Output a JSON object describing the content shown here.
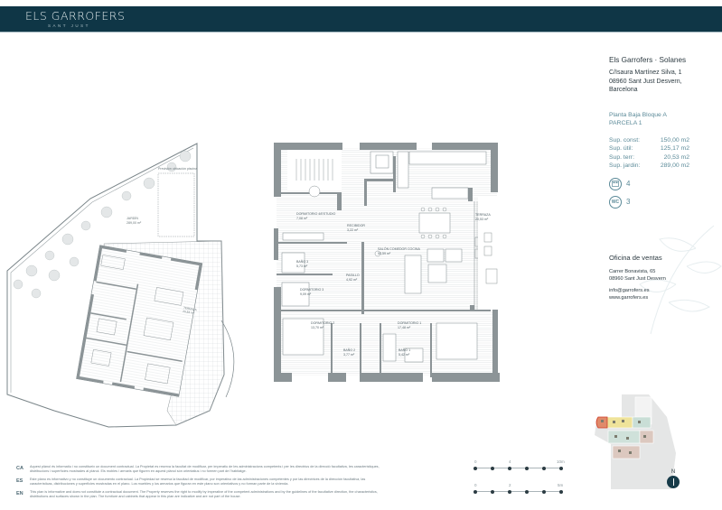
{
  "header": {
    "brand": "ELS GARROFERS",
    "brand_sub": "SANT JUST",
    "bg_color": "#0f3646"
  },
  "info": {
    "title": "Els Garrofers · Solanes",
    "address_line1": "C/Isaura Martínez Silva, 1",
    "address_line2": "08960 Sant Just Desvern,",
    "address_line3": "Barcelona",
    "plant": "Planta Baja Bloque A",
    "parcel": "PARCELA 1",
    "surfaces": [
      {
        "label": "Sup. const:",
        "value": "150,00 m2"
      },
      {
        "label": "Sup. útil:",
        "value": "125,17 m2"
      },
      {
        "label": "Sup. terr:",
        "value": "20,53 m2"
      },
      {
        "label": "Sup. jardin:",
        "value": "289,00 m2"
      }
    ],
    "bedrooms_icon": "bed-icon",
    "bedrooms": "4",
    "bathrooms_icon": "wc-icon",
    "bathrooms_icon_text": "WC",
    "bathrooms": "3",
    "accent_color": "#5b8a98"
  },
  "sales": {
    "title": "Oficina de ventas",
    "address_line1": "Carrer Bonavista, 65",
    "address_line2": "08960 Sant Just Desvern",
    "email": "info@garrofers.es",
    "web": "www.garrofers.es"
  },
  "legal": [
    {
      "lang": "CA",
      "text": "Aquest plànol és informatiu i no constitueix un document contractual. La Propietat es reserva la facultat de modificar, per imperatiu de les administracions competents i per les directrius de la direcció facultativa, les característiques, distribucions i superfícies mostrades al plànol. Els mobles i armaris que figuren en aquest plànol són orientatius i no formen part de l'habitatge."
    },
    {
      "lang": "ES",
      "text": "Este plano es informativo y no constituye un documento contractual. La Propiedad se reserva la facultad de modificar, por imperativo de las administraciones competentes y por las directrices de la dirección facultativa, las características, distribuciones y superficies mostradas en el plano. Los muebles y los armarios que figuran en este plano son orientativos y no forman parte de la vivienda."
    },
    {
      "lang": "EN",
      "text": "This plan is informative and does not constitute a contractual document. The Property reserves the right to modify by imperative of the competent administrations and by the guidelines of the facultative direction, the characteristics, distributions and surfaces shown in the plan. The furniture and cabinets that appear in this plan are indicative and are not part of the house."
    }
  ],
  "scales": [
    {
      "start": "0",
      "mid": "4",
      "end": "10m"
    },
    {
      "start": "0",
      "mid": "2",
      "end": "5m"
    }
  ],
  "north": {
    "label": "N",
    "icon": "north-arrow-icon"
  },
  "plan_left": {
    "garden_name": "JARDÍN",
    "garden_area": "289,00 m²",
    "pool_label": "Previsión ubicación piscina",
    "terrace_name": "TERRAZA",
    "terrace_area": "20,53 m²"
  },
  "plan_main": {
    "rooms": [
      {
        "name": "DORMITORIO 4/ESTUDIO",
        "area": "7,08 m²"
      },
      {
        "name": "RECIBIDOR",
        "area": "3,22 m²"
      },
      {
        "name": "SALÓN COMEDOR COCINA",
        "area": "53,59 m²"
      },
      {
        "name": "TERRAZA",
        "area": "20,53 m²"
      },
      {
        "name": "BAÑO 3",
        "area": "5,73 m²"
      },
      {
        "name": "PASILLO",
        "area": "4,92 m²"
      },
      {
        "name": "DORMITORIO 3",
        "area": "9,09 m²"
      },
      {
        "name": "DORMITORIO 2",
        "area": "13,70 m²"
      },
      {
        "name": "DORMITORIO 1",
        "area": "17,48 m²"
      },
      {
        "name": "BAÑO 2",
        "area": "3,77 m²"
      },
      {
        "name": "BAÑO 1",
        "area": "5,42 m²"
      }
    ]
  }
}
